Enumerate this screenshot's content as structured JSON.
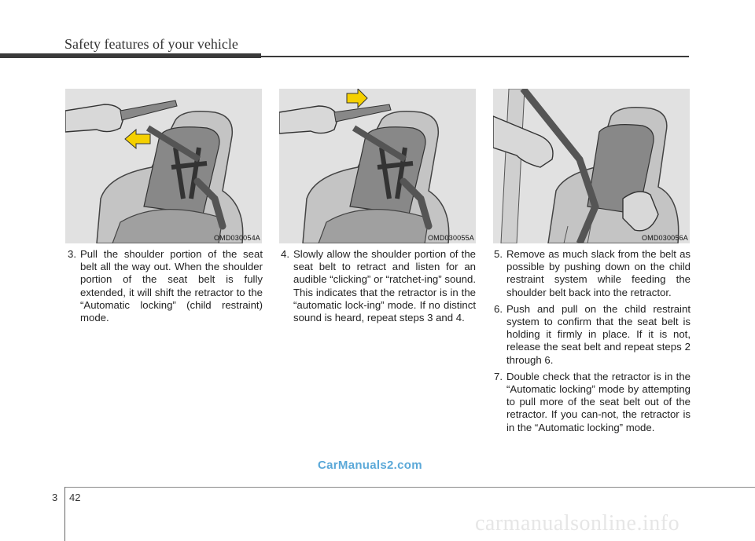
{
  "header": {
    "title": "Safety features of your vehicle"
  },
  "figures": [
    {
      "code": "OMD030054A"
    },
    {
      "code": "OMD030055A"
    },
    {
      "code": "OMD030056A"
    }
  ],
  "columns": [
    {
      "steps": [
        {
          "num": "3.",
          "text": "Pull the shoulder portion of the seat belt all the way out. When the shoulder portion of the seat belt is fully extended, it will shift the retractor to the “Automatic locking” (child restraint) mode."
        }
      ]
    },
    {
      "steps": [
        {
          "num": "4.",
          "text": "Slowly allow the shoulder portion of the seat belt to retract and listen for an audible “clicking” or “ratchet-ing” sound. This indicates that the retractor is in the “automatic lock-ing” mode. If no distinct sound is heard, repeat steps 3 and 4."
        }
      ]
    },
    {
      "steps": [
        {
          "num": "5.",
          "text": "Remove as much slack from the belt as possible by pushing down on the child restraint system while feeding the shoulder belt back into the retractor."
        },
        {
          "num": "6.",
          "text": "Push and pull on the child restraint system to confirm that the seat belt is holding it firmly in place. If it is not, release the seat belt and repeat steps 2 through 6."
        },
        {
          "num": "7.",
          "text": "Double check that the retractor is in the “Automatic locking” mode by attempting to pull more of the seat belt out of the retractor. If you can-not, the retractor is in the “Automatic locking” mode."
        }
      ]
    }
  ],
  "footer": {
    "chapter": "3",
    "page": "42",
    "watermark": "CarManuals2.com",
    "site": "carmanualsonline.info"
  },
  "colors": {
    "arrow": "#f5d000",
    "rule": "#3a3a3a",
    "watermark": "#5aa8d8"
  }
}
